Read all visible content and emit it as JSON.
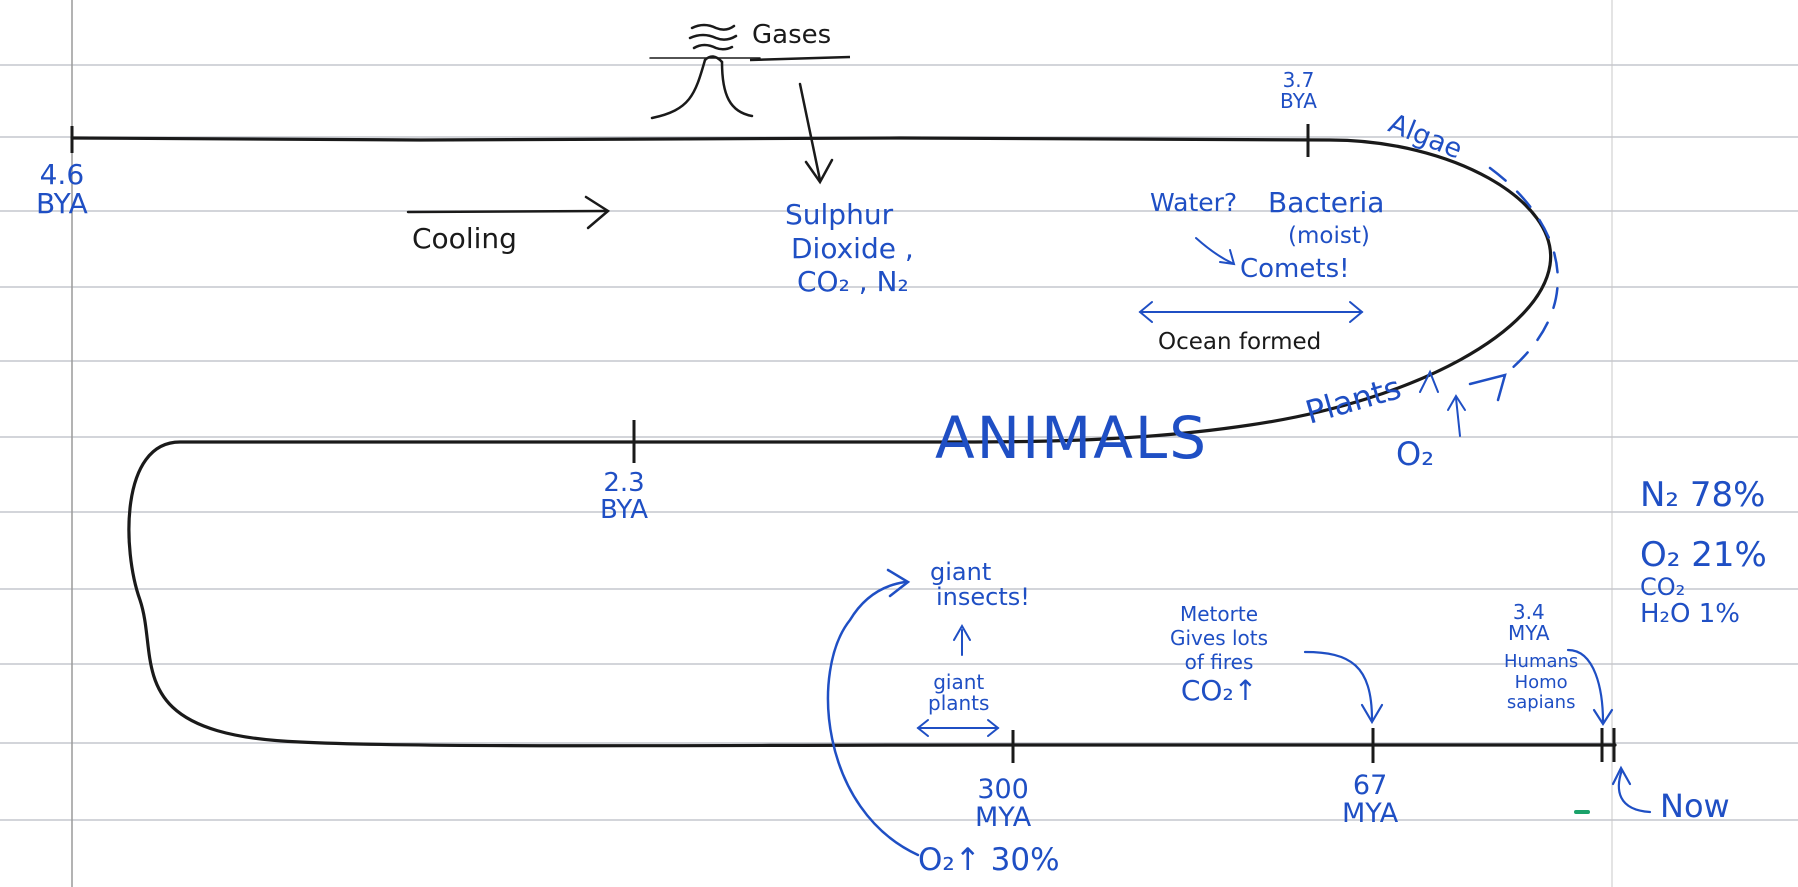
{
  "colors": {
    "ink_blue": "#1f4fc4",
    "ink_black": "#1a1a1a",
    "rule_line": "#b9bcc4",
    "margin_line": "#9a9a9a",
    "marker_green": "#1aa26a"
  },
  "labels": {
    "start": {
      "value": "4.6",
      "unit": "BYA"
    },
    "mid": {
      "value": "2.3",
      "unit": "BYA"
    },
    "algae_mark": {
      "value": "3.7",
      "unit": "BYA"
    },
    "carboniferous": {
      "value": "300",
      "unit": "MYA"
    },
    "meteor_mark": {
      "value": "67",
      "unit": "MYA"
    },
    "humans_mark": {
      "value": "3.4",
      "unit": "MYA"
    },
    "now": "Now",
    "gases": "Gases",
    "cooling": "Cooling",
    "gas_list": [
      "Sulphur",
      "Dioxide ,",
      "CO₂ , N₂"
    ],
    "water": "Water?",
    "bacteria": "Bacteria",
    "moist": "(moist)",
    "comets": "Comets!",
    "ocean": "Ocean formed",
    "algae": "Algae",
    "plants": "Plants",
    "o2_up": "O₂",
    "animals": "ANIMALS",
    "giant_insects": [
      "giant",
      "insects!"
    ],
    "giant_plants": [
      "giant",
      "plants"
    ],
    "oxygen_level": "O₂↑ 30%",
    "meteor": [
      "Metorte",
      "Gives lots",
      "of fires",
      "CO₂↑"
    ],
    "humans": [
      "Humans",
      "Homo",
      "sapians"
    ],
    "atmosphere": [
      "N₂ 78%",
      "O₂ 21%",
      "CO₂",
      "H₂O 1%"
    ]
  }
}
